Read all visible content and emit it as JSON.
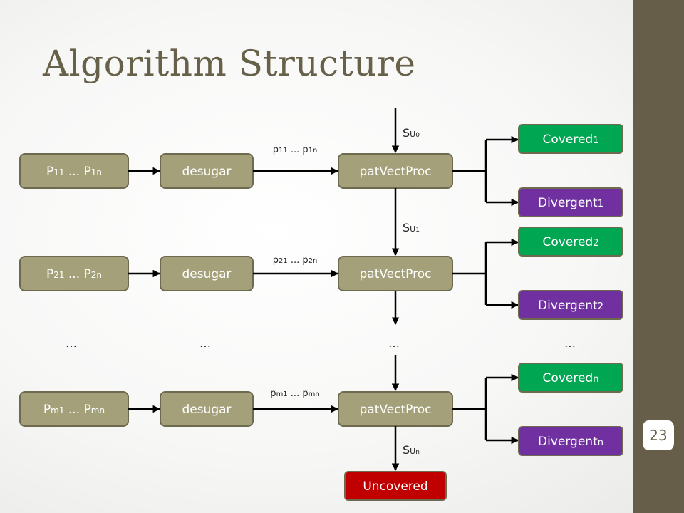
{
  "slide": {
    "title": "Algorithm Structure",
    "page_number": "23"
  },
  "colors": {
    "box_fill": "#a3a07a",
    "box_stroke": "#6e6a50",
    "covered": "#00a651",
    "divergent": "#7030a0",
    "uncovered": "#c00000",
    "sidebar": "#675e49"
  },
  "rows": [
    {
      "patterns": "P11 ... P1n",
      "desugar": "desugar",
      "arrow_label": "p11 ... p1n",
      "proc": "patVectProc",
      "covered": "Covered1",
      "divergent": "Divergent1"
    },
    {
      "patterns": "P21 ... P2n",
      "desugar": "desugar",
      "arrow_label": "p21 ... p2n",
      "proc": "patVectProc",
      "covered": "Covered2",
      "divergent": "Divergent2"
    },
    {
      "patterns": "Pm1 ... Pmn",
      "desugar": "desugar",
      "arrow_label": "pm1 ... pmn",
      "proc": "patVectProc",
      "covered": "Coveredn",
      "divergent": "Divergentn"
    }
  ],
  "ellipsis": "…",
  "s_labels": [
    "SU0",
    "SU1",
    "SUn"
  ],
  "uncovered": "Uncovered"
}
